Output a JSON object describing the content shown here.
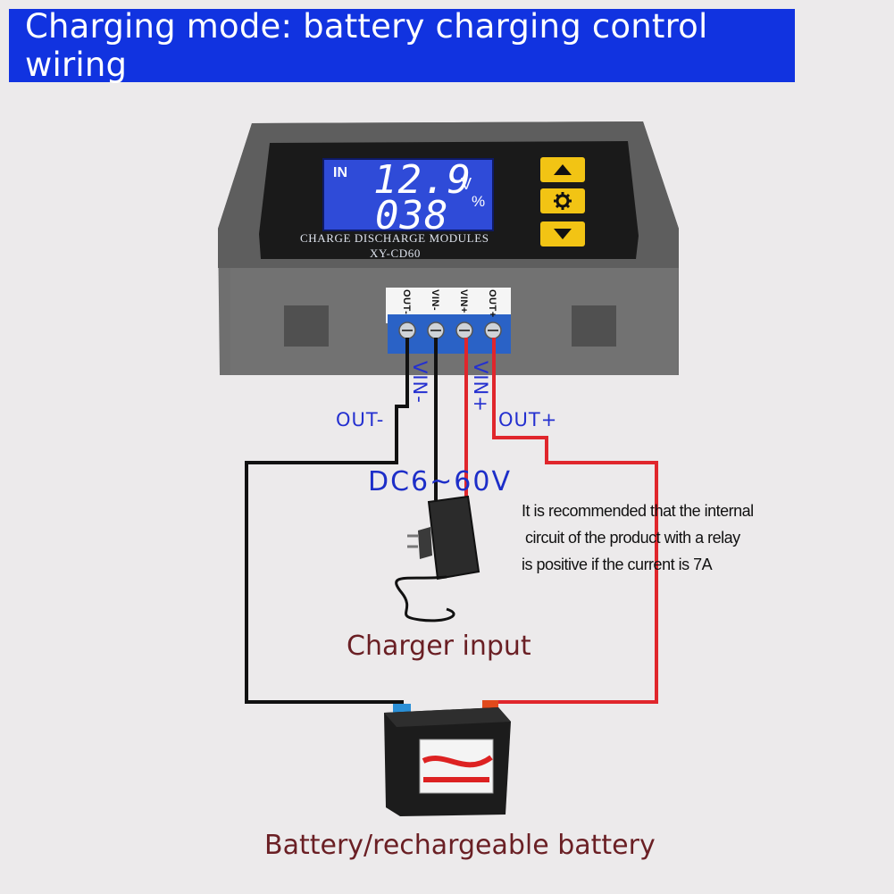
{
  "title": "Charging mode: battery charging control wiring",
  "module": {
    "display": {
      "input_label": "IN",
      "voltage": "12.9",
      "voltage_unit": "V",
      "percent": "038",
      "percent_unit": "%"
    },
    "name": "CHARGE DISCHARGE MODULES",
    "model": "XY-CD60",
    "buttons": [
      "up-arrow-icon",
      "gear-icon",
      "down-arrow-icon"
    ],
    "terminals": [
      "OUT-",
      "VIN-",
      "VIN+",
      "OUT+"
    ]
  },
  "wire_labels": {
    "vin_minus": "VIN-",
    "vin_plus": "VIN+",
    "out_minus": "OUT-",
    "out_plus": "OUT+"
  },
  "input_voltage": "DC6~60V",
  "note_lines": [
    "It is recommended that the internal",
    "circuit of the product with a relay",
    "is positive if the current is 7A"
  ],
  "charger_caption": "Charger input",
  "battery_caption": "Battery/rechargeable battery",
  "colors": {
    "title_bg": "#1133e0",
    "wire_positive": "#e0262c",
    "wire_negative": "#111111",
    "lcd_bg": "#2f4bd8",
    "button": "#f2c414"
  }
}
